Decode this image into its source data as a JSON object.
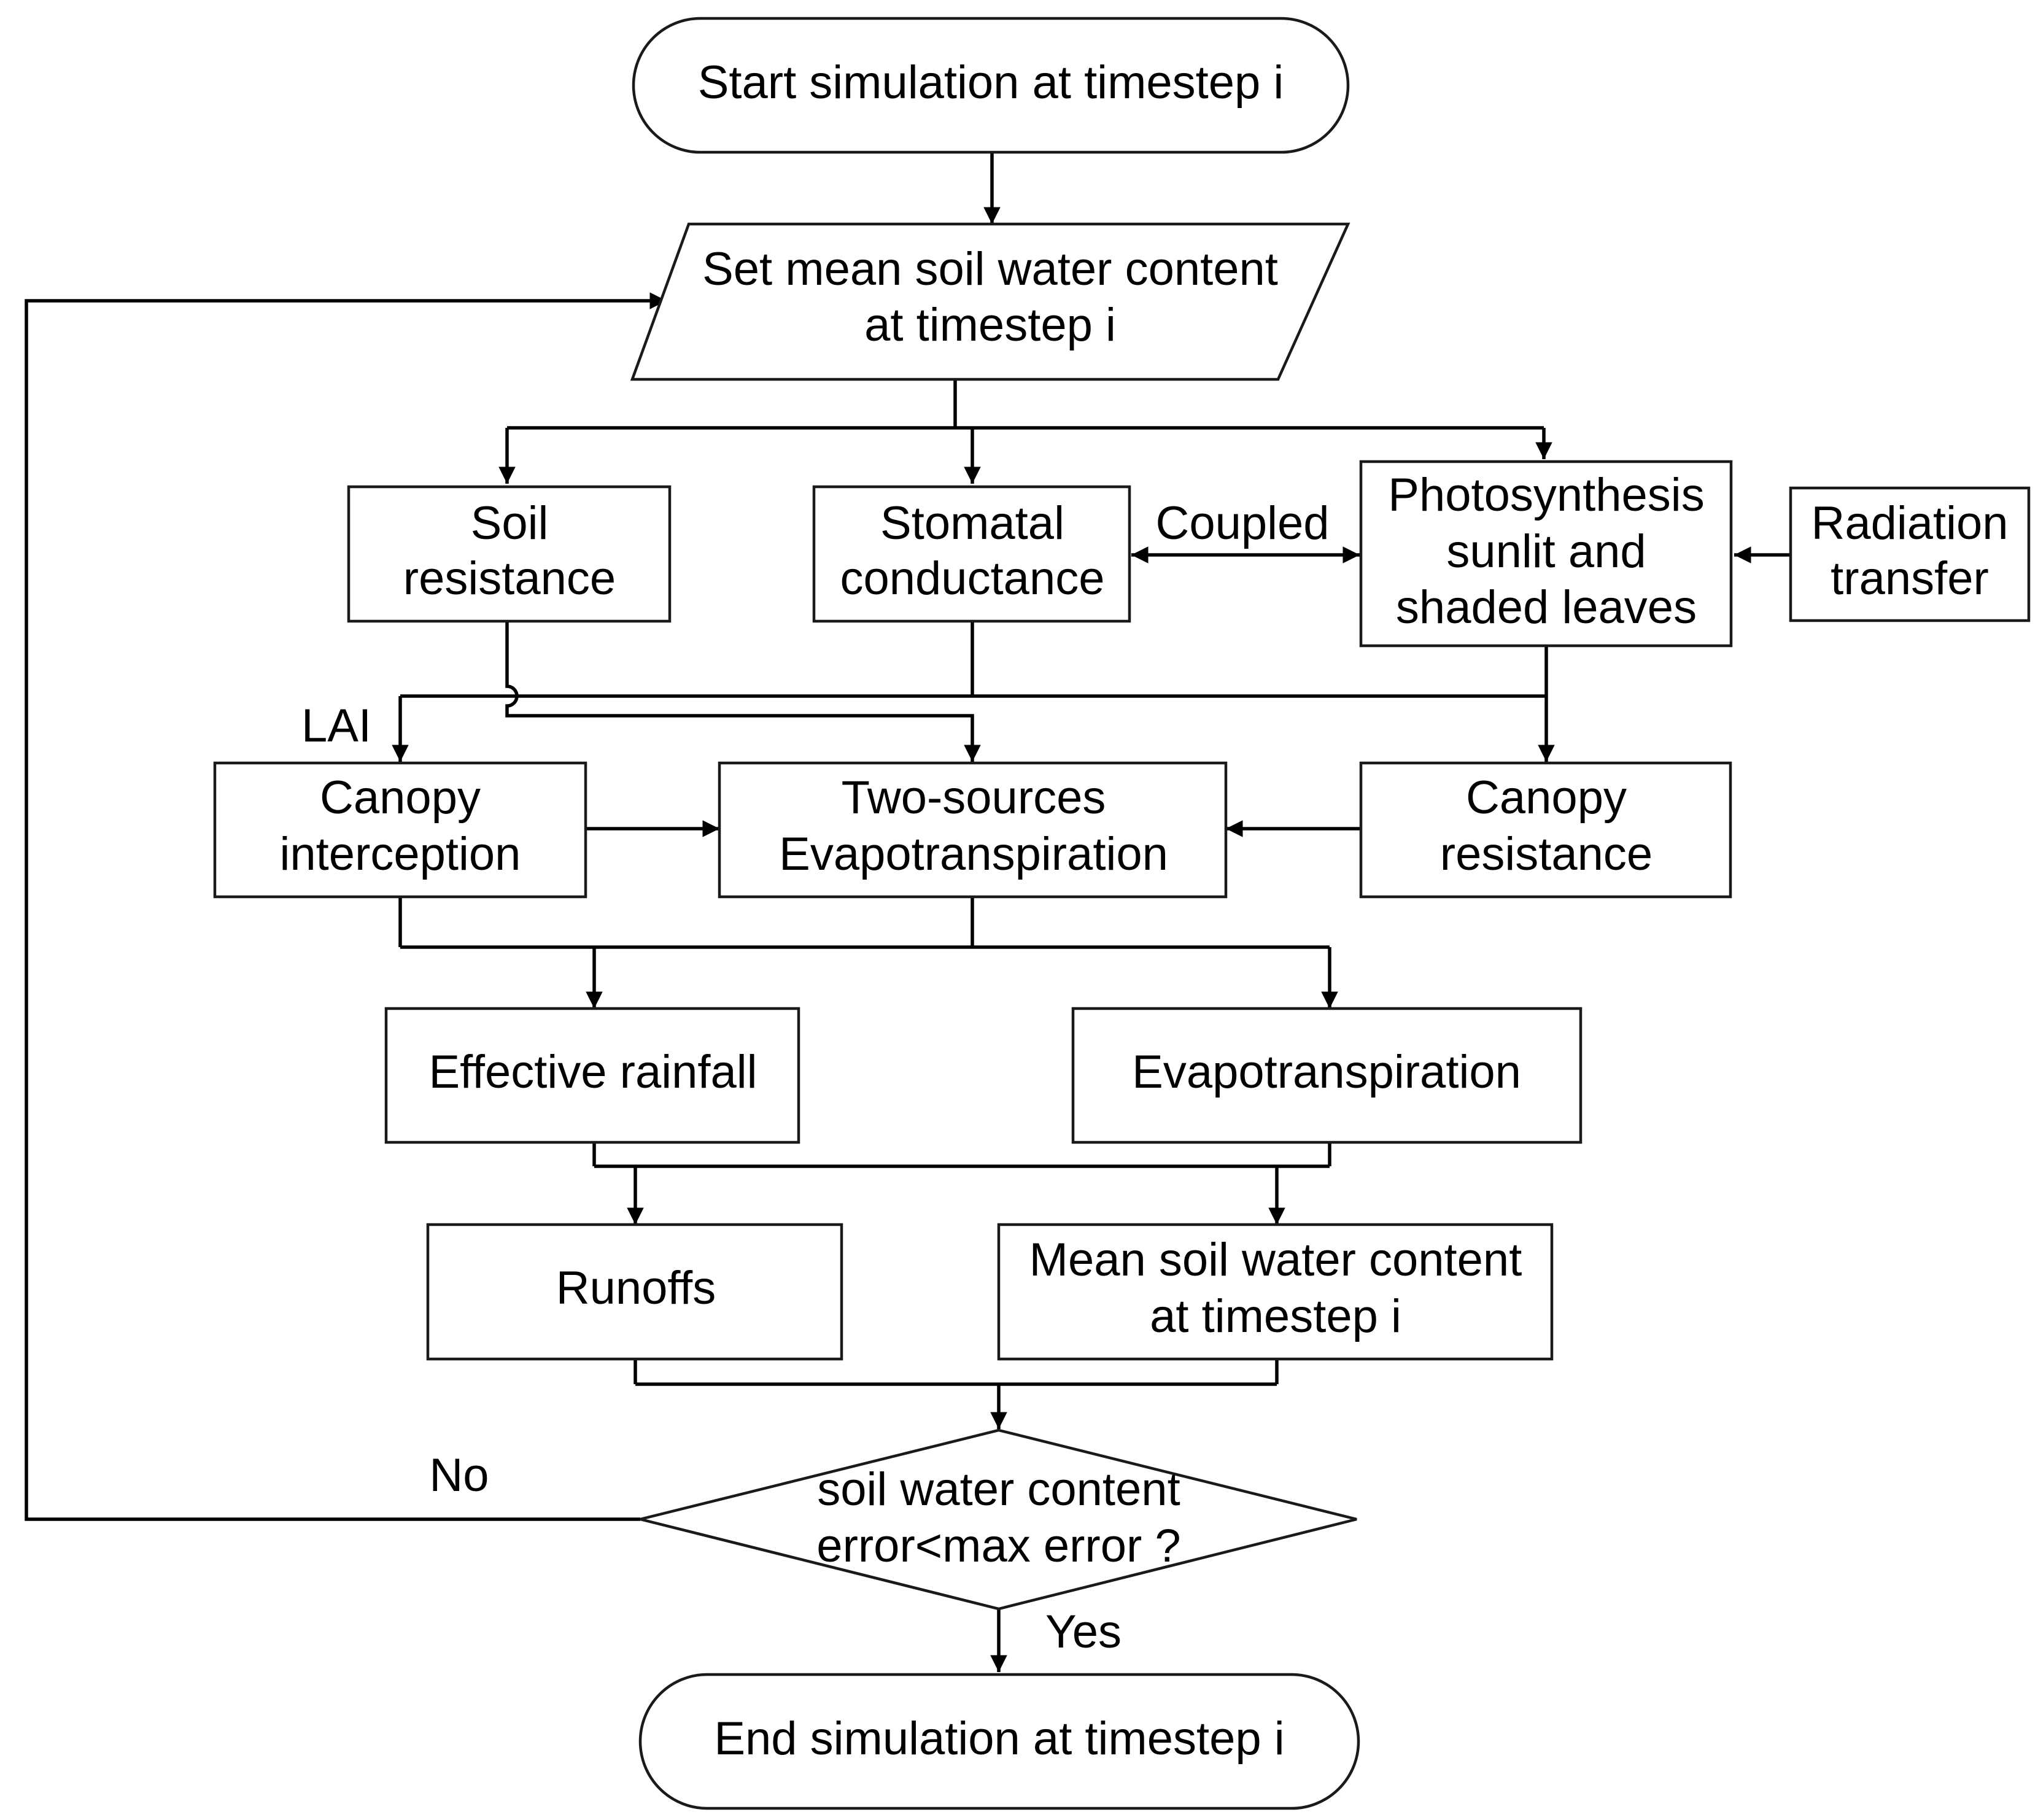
{
  "nodes": {
    "start": "Start simulation at timestep i",
    "set_mean_line1": "Set mean soil water content",
    "set_mean_line2": "at timestep i",
    "soil_resistance_line1": "Soil",
    "soil_resistance_line2": "resistance",
    "stomatal_line1": "Stomatal",
    "stomatal_line2": "conductance",
    "photo_line1": "Photosynthesis",
    "photo_line2": "sunlit and",
    "photo_line3": "shaded leaves",
    "radiation_line1": "Radiation",
    "radiation_line2": "transfer",
    "canopy_interception_line1": "Canopy",
    "canopy_interception_line2": "interception",
    "two_sources_line1": "Two-sources",
    "two_sources_line2": "Evapotranspiration",
    "canopy_resistance_line1": "Canopy",
    "canopy_resistance_line2": "resistance",
    "effective_rainfall": "Effective rainfall",
    "evapotranspiration": "Evapotranspiration",
    "runoffs": "Runoffs",
    "mean_soil_line1": "Mean soil water content",
    "mean_soil_line2": "at timestep i",
    "decision_line1": "soil water content",
    "decision_line2": "error<max error ?",
    "end": "End simulation at timestep i"
  },
  "edge_labels": {
    "coupled": "Coupled",
    "lai": "LAI",
    "no": "No",
    "yes": "Yes"
  }
}
